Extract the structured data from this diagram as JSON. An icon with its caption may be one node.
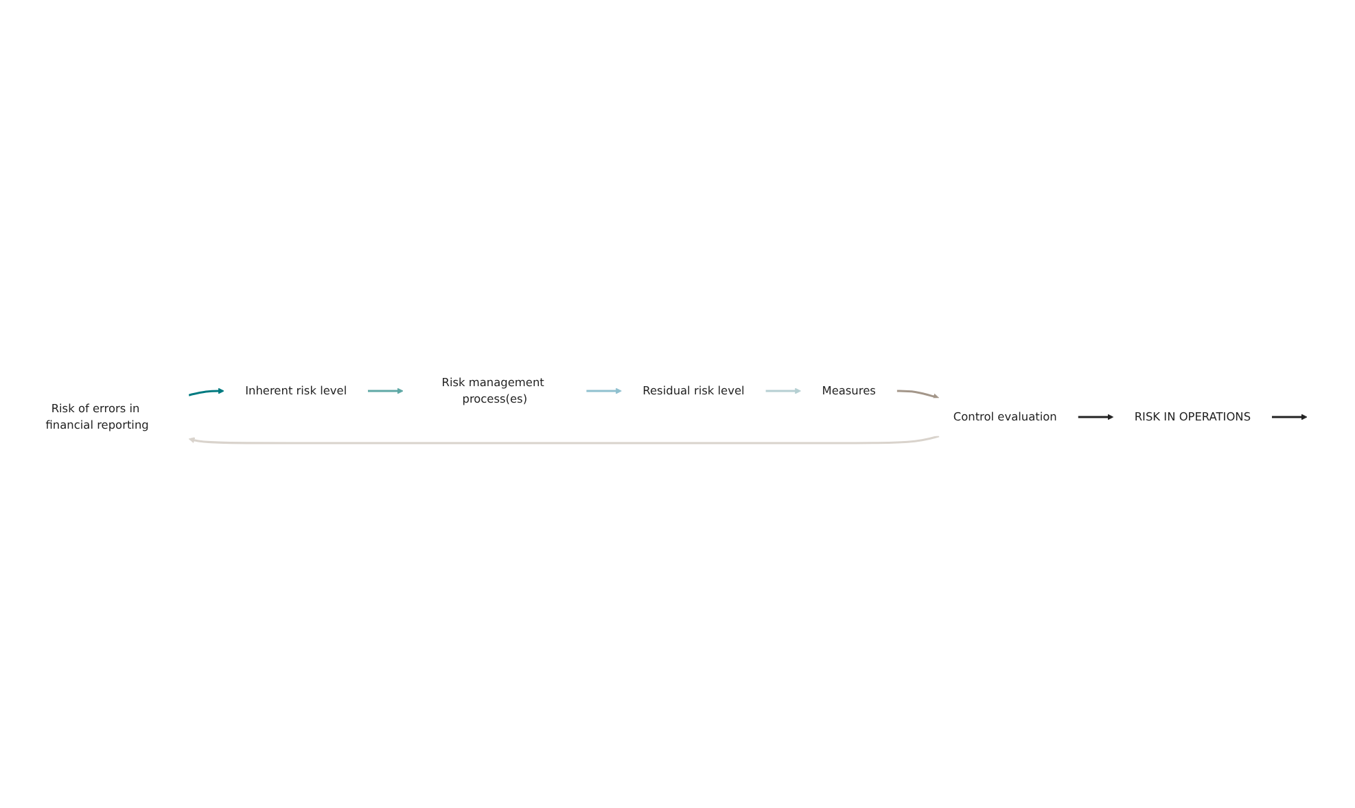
{
  "diagram": {
    "nodes": [
      {
        "text": [
          "RISK IN OPERATIONS"
        ]
      },
      {
        "text": [
          "Risk of errors in financial reporting"
        ]
      },
      {
        "text": [
          "Inherent risk level"
        ]
      },
      {
        "text": [
          "Risk management process(es)"
        ]
      },
      {
        "text": [
          "Residual risk level"
        ]
      },
      {
        "text": [
          "Measures"
        ]
      },
      {
        "text": [
          "Control evaluation"
        ]
      }
    ],
    "edges": [
      {
        "from": 0,
        "to": null,
        "arrow": "to"
      },
      {
        "from": 6,
        "to": 0,
        "arrow": "to"
      },
      {
        "from": 1,
        "to": 2,
        "arrow": "to",
        "color": "#007a80"
      },
      {
        "from": 2,
        "to": 3,
        "arrow": "to",
        "color": "#5ea8a5"
      },
      {
        "from": 3,
        "to": 4,
        "arrow": "to",
        "color": "#8fc0cf"
      },
      {
        "from": 4,
        "to": 5,
        "arrow": "to",
        "color": "#b5cfd2"
      },
      {
        "from": 5,
        "to": 6,
        "arrow": "to",
        "color": "#a39689"
      },
      {
        "from": 6,
        "to": 1,
        "arrow": "to",
        "color": "#d9d3cc"
      }
    ]
  }
}
